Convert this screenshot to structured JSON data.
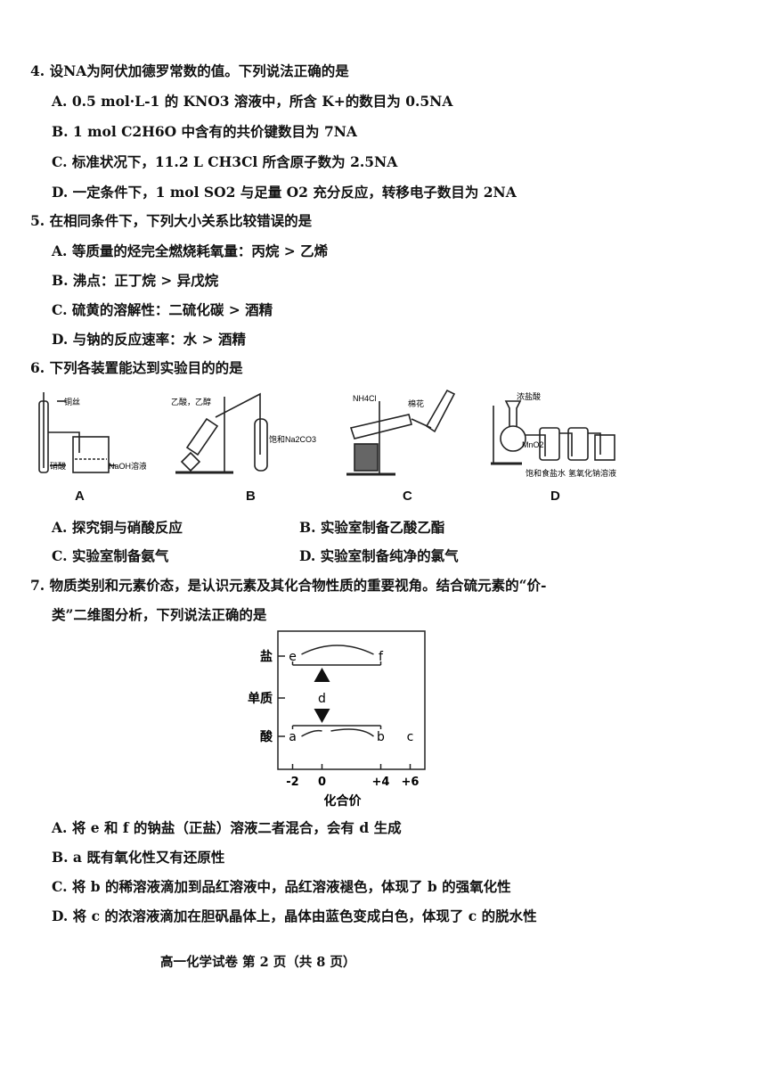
{
  "q4": {
    "stem": "4. 设NA为阿伏加德罗常数的值。下列说法正确的是",
    "A": "A. 0.5 mol·L-1 的 KNO3 溶液中，所含 K+的数目为 0.5NA",
    "B": "B. 1 mol C2H6O 中含有的共价键数目为 7NA",
    "C": "C. 标准状况下，11.2 L CH3Cl 所含原子数为 2.5NA",
    "D": "D. 一定条件下，1 mol SO2 与足量 O2 充分反应，转移电子数目为 2NA"
  },
  "q5": {
    "stem": "5. 在相同条件下，下列大小关系比较错误的是",
    "A": "A. 等质量的烃完全燃烧耗氧量：丙烷 > 乙烯",
    "B": "B. 沸点：正丁烷 > 异戊烷",
    "C": "C. 硫黄的溶解性：二硫化碳 > 酒精",
    "D": "D. 与钠的反应速率：水 > 酒精"
  },
  "q6": {
    "stem": "6. 下列各装置能达到实验目的的是",
    "apparatus_labels": [
      "A",
      "B",
      "C",
      "D"
    ],
    "apparatus_text": {
      "a_top": "铜丝",
      "a_bottom": "硝酸",
      "a_right": "NaOH溶液",
      "b_top": "乙酸，乙醇",
      "b_right": "饱和Na2CO3",
      "c_top": "NH4Cl",
      "c_right": "棉花",
      "d_top": "浓盐酸",
      "d_left": "MnO2",
      "d_bottom1": "饱和食盐水",
      "d_bottom2": "氢氧化钠溶液"
    },
    "A": "A. 探究铜与硝酸反应",
    "B": "B. 实验室制备乙酸乙酯",
    "C": "C. 实验室制备氨气",
    "D": "D. 实验室制备纯净的氯气"
  },
  "q7": {
    "stem_line1": "7. 物质类别和元素价态，是认识元素及其化合物性质的重要视角。结合硫元素的“价-",
    "stem_line2": "类”二维图分析，下列说法正确的是",
    "A": "A. 将 e 和 f 的钠盐（正盐）溶液二者混合，会有 d 生成",
    "B": "B. a 既有氧化性又有还原性",
    "C": "C. 将 b 的稀溶液滴加到品红溶液中，品红溶液褪色，体现了 b 的强氧化性",
    "D": "D. 将 c 的浓溶液滴加在胆矾晶体上，晶体由蓝色变成白色，体现了 c 的脱水性"
  },
  "chart_data": {
    "type": "scatter",
    "xlabel": "化合价",
    "ylabel": "",
    "x_ticks": [
      "-2",
      "0",
      "+4",
      "+6"
    ],
    "x_tick_values": [
      -2,
      0,
      4,
      6
    ],
    "y_categories": [
      "酸",
      "单质",
      "盐"
    ],
    "points": [
      {
        "label": "e",
        "x": -2,
        "y": "盐"
      },
      {
        "label": "f",
        "x": 4,
        "y": "盐"
      },
      {
        "label": "d",
        "x": 0,
        "y": "单质"
      },
      {
        "label": "a",
        "x": -2,
        "y": "酸"
      },
      {
        "label": "b",
        "x": 4,
        "y": "酸"
      },
      {
        "label": "c",
        "x": 6,
        "y": "酸"
      }
    ]
  },
  "footer": "高一化学试卷  第 2 页（共 8 页）"
}
